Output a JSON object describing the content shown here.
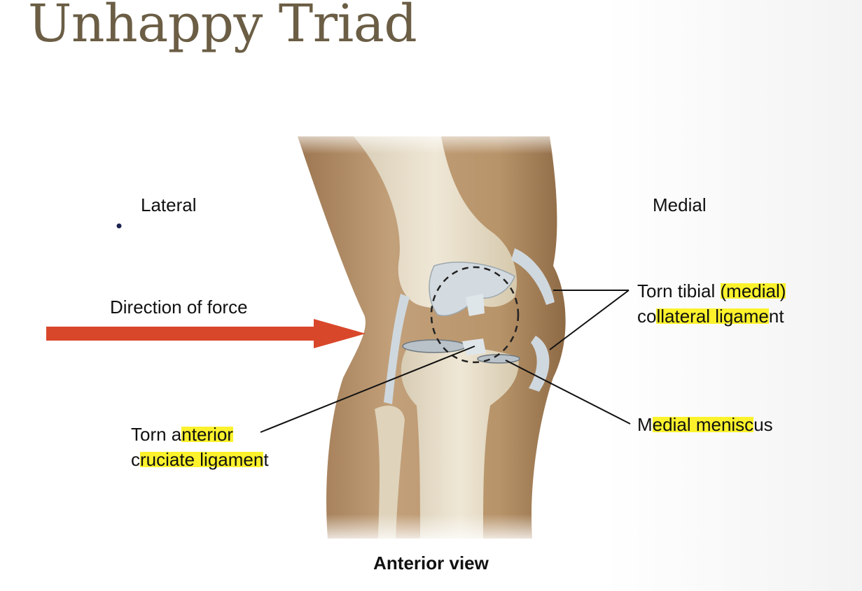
{
  "title": "Unhappy Triad",
  "labels": {
    "lateral": "Lateral",
    "medial": "Medial",
    "direction_of_force": "Direction of force",
    "mcl": {
      "line1_pre": "Torn tibial ",
      "line1_hl": "(medial)",
      "line2_pre": "co",
      "line2_hl": "llateral ligame",
      "line2_post": "nt"
    },
    "acl": {
      "line1_pre": "Torn a",
      "line1_hl": "nterior",
      "line2_pre": "c",
      "line2_hl": "ruciate ligamen",
      "line2_post": "t"
    },
    "meniscus": {
      "pre": "M",
      "hl": "edial menisc",
      "post": "us"
    }
  },
  "caption": "Anterior view",
  "colors": {
    "title": "#6b5e45",
    "arrow": "#d9472b",
    "skin": "#b8946a",
    "bone": "#e6dcc8",
    "ligament": "#c9d3da",
    "highlight": "#fbf22c"
  }
}
